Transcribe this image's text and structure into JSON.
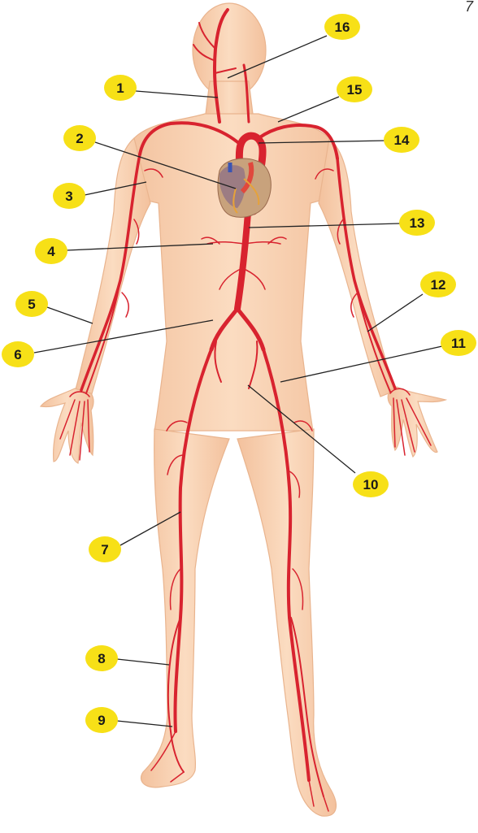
{
  "figure": {
    "corner_mark": "7",
    "marker_color": "#f7e017",
    "artery_color": "#d8232f",
    "skin_color": "#f9d3b3",
    "heart_color": "#c8a27c",
    "vein_color": "#3a54b3"
  },
  "callouts": [
    {
      "id": "1",
      "label": "1"
    },
    {
      "id": "2",
      "label": "2"
    },
    {
      "id": "3",
      "label": "3"
    },
    {
      "id": "4",
      "label": "4"
    },
    {
      "id": "5",
      "label": "5"
    },
    {
      "id": "6",
      "label": "6"
    },
    {
      "id": "7",
      "label": "7"
    },
    {
      "id": "8",
      "label": "8"
    },
    {
      "id": "9",
      "label": "9"
    },
    {
      "id": "10",
      "label": "10"
    },
    {
      "id": "11",
      "label": "11"
    },
    {
      "id": "12",
      "label": "12"
    },
    {
      "id": "13",
      "label": "13"
    },
    {
      "id": "14",
      "label": "14"
    },
    {
      "id": "15",
      "label": "15"
    },
    {
      "id": "16",
      "label": "16"
    }
  ]
}
